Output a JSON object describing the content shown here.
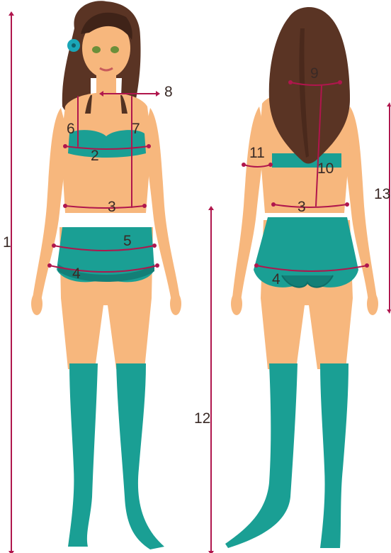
{
  "labels": {
    "m1": "1",
    "m2": "2",
    "m3_front": "3",
    "m4_front": "4",
    "m5": "5",
    "m6": "6",
    "m7": "7",
    "m8": "8",
    "m9": "9",
    "m10": "10",
    "m11": "11",
    "m3_back": "3",
    "m4_back": "4",
    "m12": "12",
    "m13": "13"
  },
  "colors": {
    "measure_line": "#b0164d",
    "skin": "#f7b77d",
    "clothing": "#1a9f94",
    "hair": "#5a3424",
    "hair_flower": "#1aa6b7"
  }
}
